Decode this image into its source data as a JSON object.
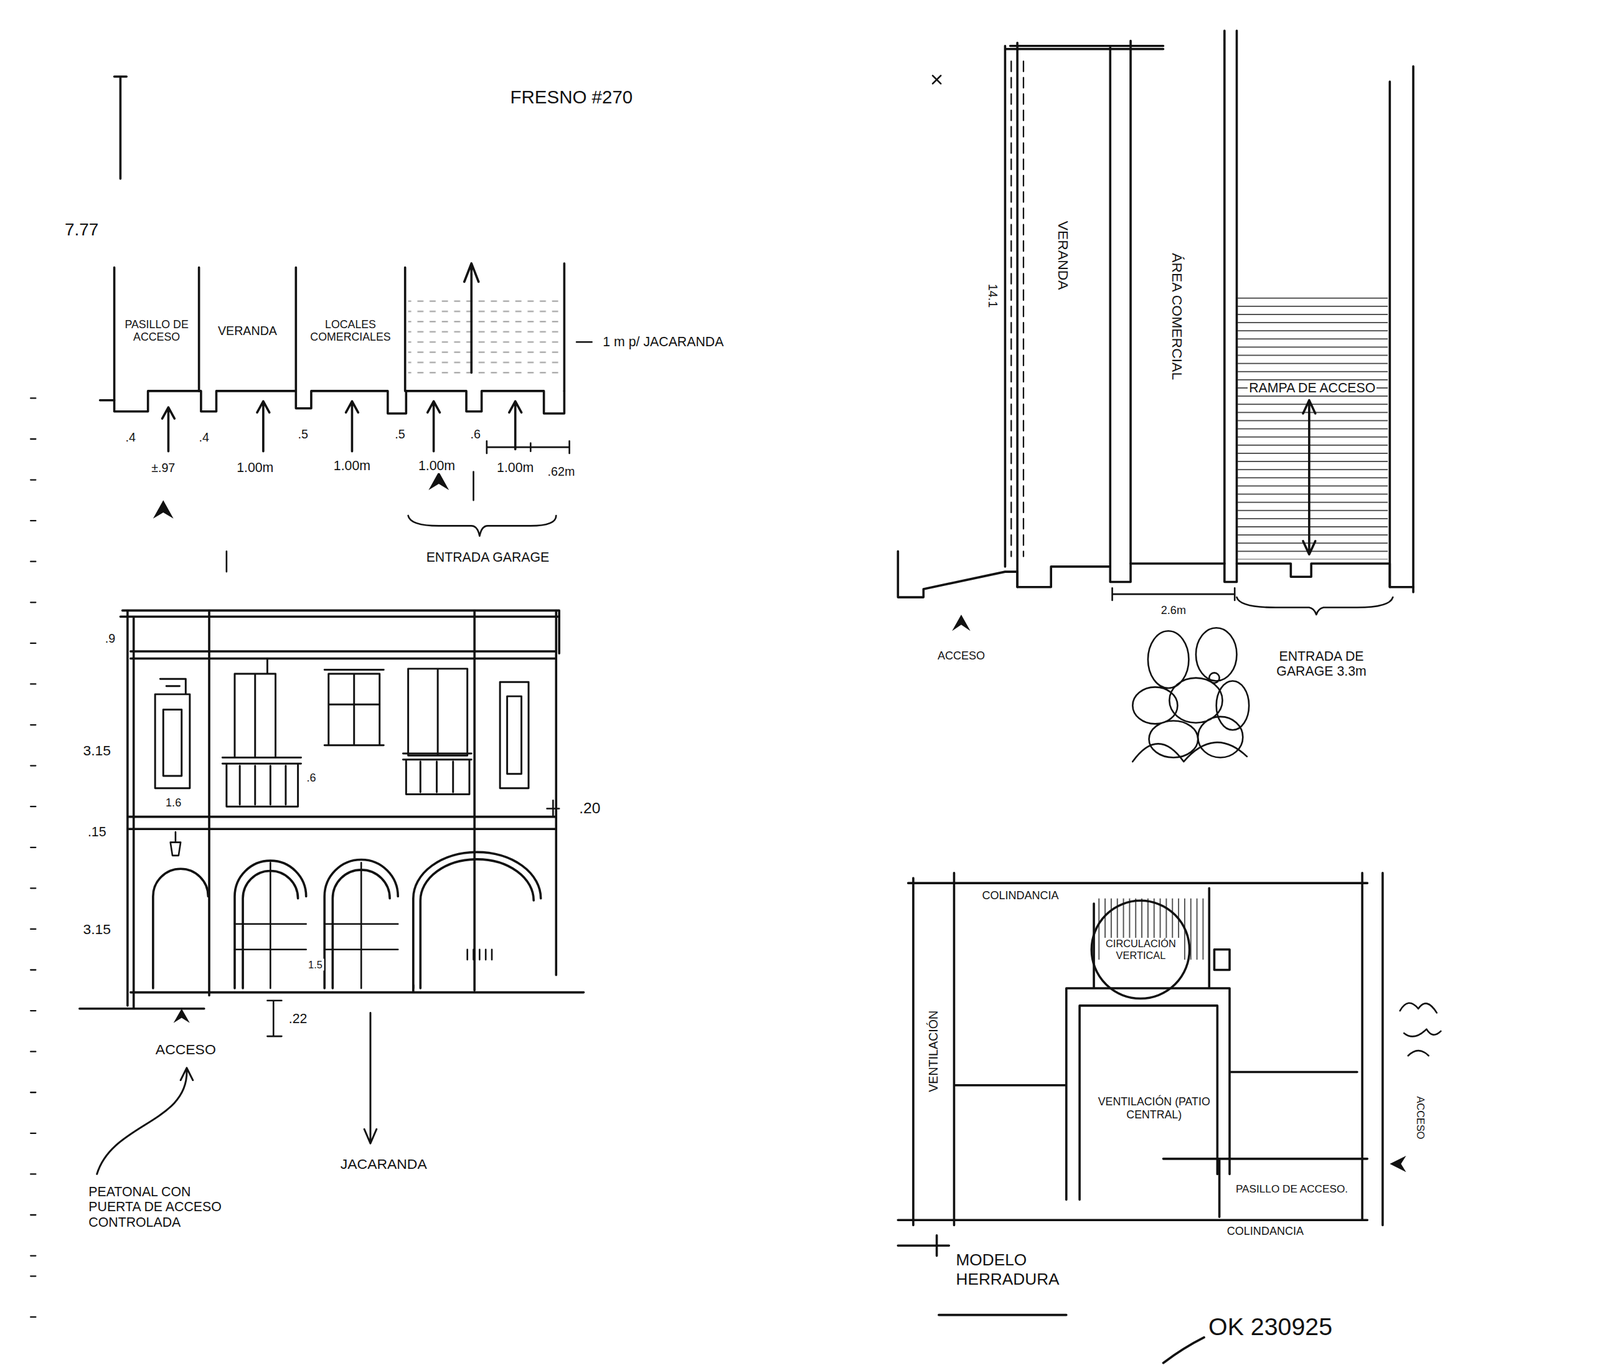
{
  "diagram": {
    "title": "FRESNO #270",
    "nodes": [
      {
        "text": [
          "PASILLO DE ACCESO"
        ]
      },
      {
        "text": [
          "VERANDA"
        ]
      },
      {
        "text": [
          "LOCALES COMERCIALES"
        ]
      },
      {
        "text": [
          "VERANDA"
        ]
      },
      {
        "text": [
          "ÁREA COMERCIAL"
        ]
      },
      {
        "text": [
          "RAMPA DE ACCESO"
        ]
      },
      {
        "text": [
          "VENTILACIÓN"
        ]
      },
      {
        "text": [
          "CIRCULACIÓN VERTICAL"
        ]
      },
      {
        "text": [
          "VENTILACIÓN (PATIO CENTRAL)"
        ]
      },
      {
        "text": [
          "PASILLO DE ACCESO."
        ]
      }
    ],
    "labels": [
      "7.77",
      ".4",
      ".4",
      "±.97",
      "1.00m",
      ".5",
      "1.00m",
      ".5",
      "1.00m",
      ".6",
      "1.00m",
      ".62m",
      "1 m p/ JACARANDA",
      "ENTRADA GARAGE",
      ".9",
      "3.15",
      ".15",
      "3.15",
      "1.6",
      ".6",
      ".20",
      "1.5",
      ".22",
      "ACCESO",
      "JACARANDA",
      "PEATONAL CON PUERTA DE ACCESO CONTROLADA",
      "14.1",
      "ACCESO",
      "2.6m",
      "ENTRADA DE GARAGE 3.3m",
      "COLINDANCIA",
      "COLINDANCIA",
      "ACCESO",
      "MODELO HERRADURA",
      "OK 230925"
    ]
  }
}
